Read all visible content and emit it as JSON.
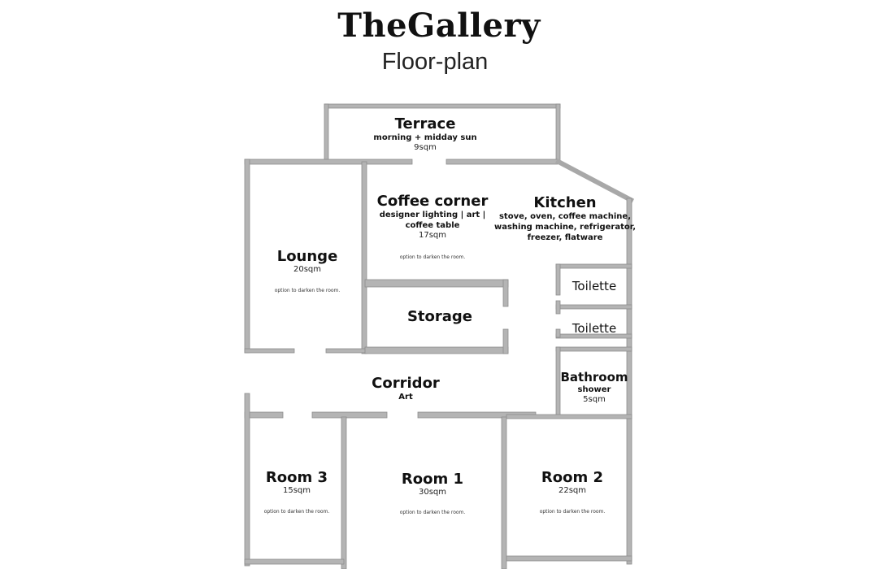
{
  "header": {
    "title": "TheGallery",
    "subtitle": "Floor-plan"
  },
  "rooms": {
    "terrace": {
      "name": "Terrace",
      "desc": "morning + midday sun",
      "size": "9sqm"
    },
    "coffee": {
      "name": "Coffee corner",
      "desc1": "designer lighting | art |",
      "desc2": "coffee table",
      "size": "17sqm",
      "note": "option to darken the room."
    },
    "kitchen": {
      "name": "Kitchen",
      "desc1": "stove, oven, coffee machine,",
      "desc2": "washing machine, refrigerator,",
      "desc3": "freezer, flatware"
    },
    "lounge": {
      "name": "Lounge",
      "size": "20sqm",
      "note": "option to darken the room."
    },
    "storage": {
      "name": "Storage"
    },
    "toilette1": {
      "name": "Toilette"
    },
    "toilette2": {
      "name": "Toilette"
    },
    "bathroom": {
      "name": "Bathroom",
      "desc": "shower",
      "size": "5sqm"
    },
    "corridor": {
      "name": "Corridor",
      "desc": "Art"
    },
    "room3": {
      "name": "Room 3",
      "size": "15sqm",
      "note": "option to darken the room."
    },
    "room1": {
      "name": "Room 1",
      "size": "30sqm",
      "note": "option to darken the room."
    },
    "room2": {
      "name": "Room 2",
      "size": "22sqm",
      "note": "option to darken the room."
    }
  }
}
